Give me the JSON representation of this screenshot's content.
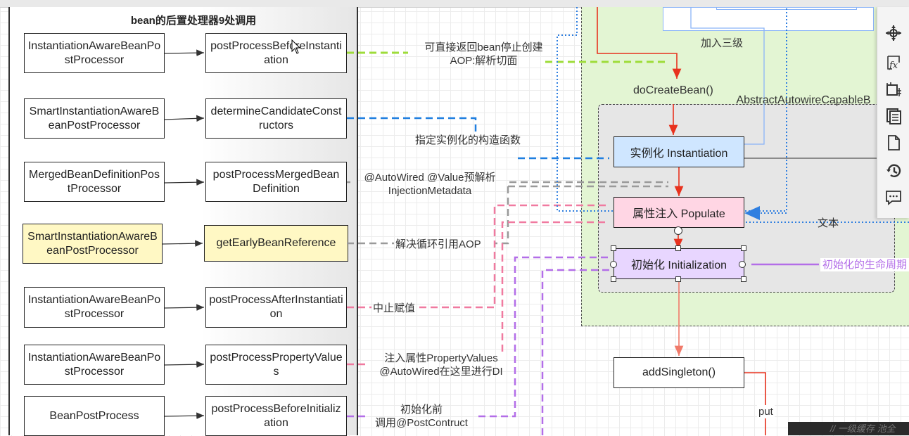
{
  "panel_title": "bean的后置处理器9处调用",
  "rows": [
    {
      "processor": "InstantiationAwareBeanPostProcessor",
      "method": "postProcessBeforeInstantiation"
    },
    {
      "processor": "SmartInstantiationAwareBeanPostProcessor",
      "method": "determineCandidateConstructors"
    },
    {
      "processor": "MergedBeanDefinitionPostProcessor",
      "method": "postProcessMergedBeanDefinition"
    },
    {
      "processor": "SmartInstantiationAwareBeanPostProcessor",
      "method": "getEarlyBeanReference"
    },
    {
      "processor": "InstantiationAwareBeanPostProcessor",
      "method": "postProcessAfterInstantiation"
    },
    {
      "processor": "InstantiationAwareBeanPostProcessor",
      "method": "postProcessPropertyValues"
    },
    {
      "processor": "BeanPostProcess",
      "method": "postProcessBeforeInitialization"
    }
  ],
  "annotations": {
    "a1_line1": "可直接返回bean停止创建",
    "a1_line2": "AOP:解析切面",
    "a2": "指定实例化的构造函数",
    "a3_line1": "@AutoWired @Value预解析",
    "a3_line2": "InjectionMetadata",
    "a4": "解决循环引用AOP",
    "a5": "中止赋值",
    "a6_line1": "注入属性PropertyValues",
    "a6_line2": "@AutoWired在这里进行DI",
    "a7_line1": "初始化前",
    "a7_line2": "调用@PostContruct"
  },
  "flow": {
    "add_third_level": "加入三级",
    "do_create_bean": "doCreateBean()",
    "abstract_factory": "AbstractAutowireCapableB",
    "instantiation": "实例化 Instantiation",
    "populate": "属性注入 Populate",
    "initialization": "初始化 Initialization",
    "lifecycle": "初始化的生命周期",
    "text_label": "文本",
    "add_singleton": "addSingleton()",
    "put": "put",
    "dark_text": "//  一级缓存 池全"
  },
  "toolbar_icons": [
    "navigate-icon",
    "function-icon",
    "crop-icon",
    "pages-icon",
    "page-icon",
    "history-icon",
    "comment-icon"
  ],
  "colors": {
    "green_dash": "#9edc3a",
    "blue_dash": "#1f7fe0",
    "gray_dash": "#9a9a9a",
    "pink_dash": "#f07aa0",
    "purple_dash": "#b36ee8",
    "red_arrow": "#e8321e",
    "blue_dot": "#2f7fe0",
    "instantiation_fill": "#cfe6ff",
    "populate_fill": "#ffd6e4",
    "initialization_fill": "#e8d6ff",
    "yellow_fill": "#fff8c4"
  }
}
